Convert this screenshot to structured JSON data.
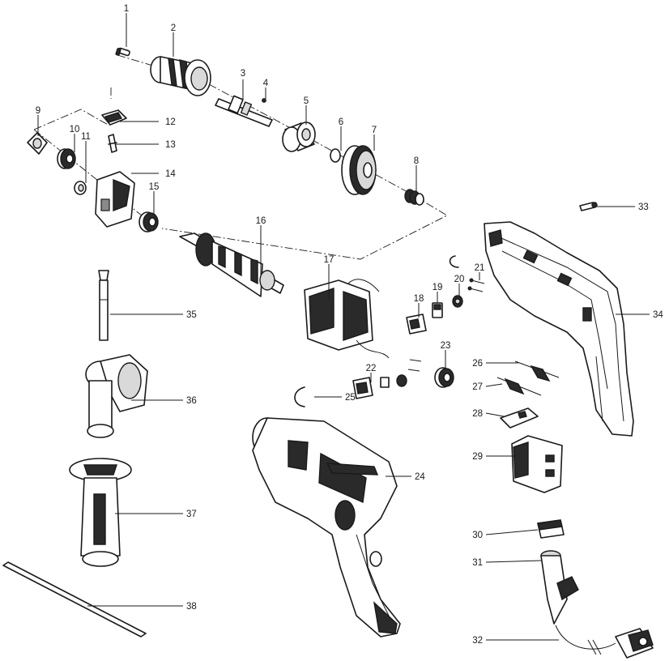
{
  "callouts": [
    {
      "id": "1",
      "text": "1"
    },
    {
      "id": "2",
      "text": "2"
    },
    {
      "id": "3",
      "text": "3"
    },
    {
      "id": "4",
      "text": "4"
    },
    {
      "id": "5",
      "text": "5"
    },
    {
      "id": "6",
      "text": "6"
    },
    {
      "id": "7",
      "text": "7"
    },
    {
      "id": "8",
      "text": "8"
    },
    {
      "id": "9",
      "text": "9"
    },
    {
      "id": "10",
      "text": "10"
    },
    {
      "id": "11",
      "text": "11"
    },
    {
      "id": "12",
      "text": "12"
    },
    {
      "id": "13",
      "text": "13"
    },
    {
      "id": "14",
      "text": "14"
    },
    {
      "id": "15",
      "text": "15"
    },
    {
      "id": "16",
      "text": "16"
    },
    {
      "id": "17",
      "text": "17"
    },
    {
      "id": "18",
      "text": "18"
    },
    {
      "id": "19",
      "text": "19"
    },
    {
      "id": "20",
      "text": "20"
    },
    {
      "id": "21",
      "text": "21"
    },
    {
      "id": "22",
      "text": "22"
    },
    {
      "id": "23",
      "text": "23"
    },
    {
      "id": "24",
      "text": "24"
    },
    {
      "id": "25",
      "text": "25"
    },
    {
      "id": "26",
      "text": "26"
    },
    {
      "id": "27",
      "text": "27"
    },
    {
      "id": "28",
      "text": "28"
    },
    {
      "id": "29",
      "text": "29"
    },
    {
      "id": "30",
      "text": "30"
    },
    {
      "id": "31",
      "text": "31"
    },
    {
      "id": "32",
      "text": "32"
    },
    {
      "id": "33",
      "text": "33"
    },
    {
      "id": "34",
      "text": "34"
    },
    {
      "id": "35",
      "text": "35"
    },
    {
      "id": "36",
      "text": "36"
    },
    {
      "id": "37",
      "text": "37"
    },
    {
      "id": "38",
      "text": "38"
    }
  ]
}
